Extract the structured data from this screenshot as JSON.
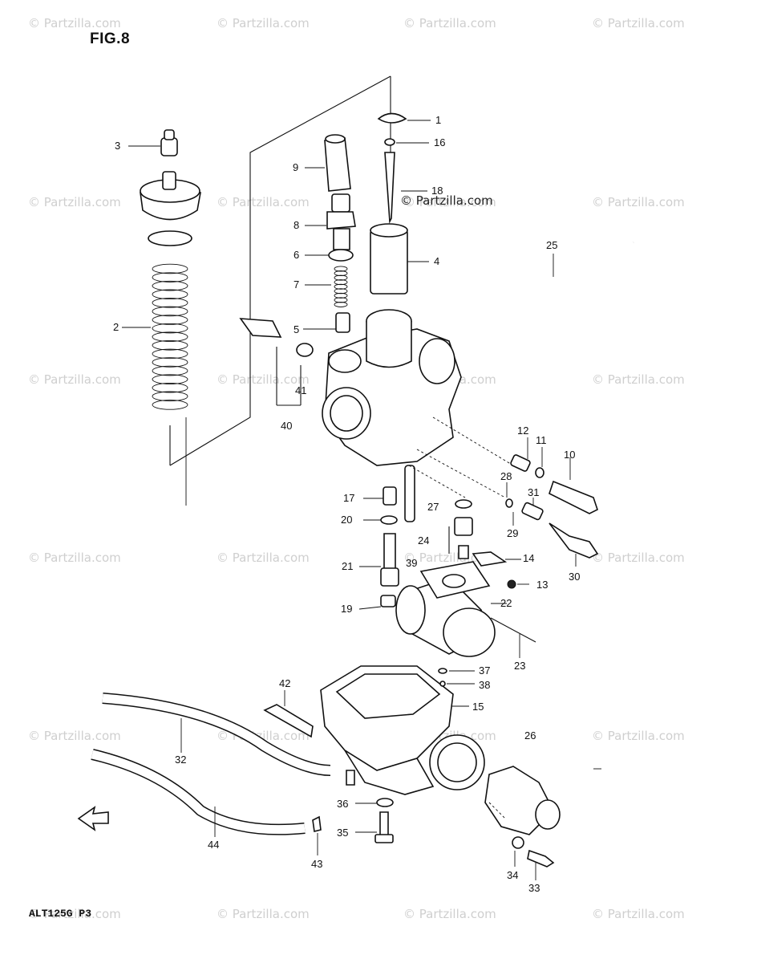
{
  "figure": {
    "title": "FIG.8",
    "code": "ALT125G  P3",
    "inline_watermark": "© Partzilla.com"
  },
  "watermark_text": "© Partzilla.com",
  "callouts": [
    {
      "id": "1",
      "text": "1"
    },
    {
      "id": "16",
      "text": "16"
    },
    {
      "id": "3",
      "text": "3"
    },
    {
      "id": "9",
      "text": "9"
    },
    {
      "id": "18",
      "text": "18"
    },
    {
      "id": "8",
      "text": "8"
    },
    {
      "id": "25",
      "text": "25"
    },
    {
      "id": "6",
      "text": "6"
    },
    {
      "id": "4",
      "text": "4"
    },
    {
      "id": "7",
      "text": "7"
    },
    {
      "id": "2",
      "text": "2"
    },
    {
      "id": "5",
      "text": "5"
    },
    {
      "id": "41",
      "text": "41"
    },
    {
      "id": "40",
      "text": "40"
    },
    {
      "id": "12",
      "text": "12"
    },
    {
      "id": "11",
      "text": "11"
    },
    {
      "id": "10",
      "text": "10"
    },
    {
      "id": "28",
      "text": "28"
    },
    {
      "id": "31",
      "text": "31"
    },
    {
      "id": "17",
      "text": "17"
    },
    {
      "id": "27",
      "text": "27"
    },
    {
      "id": "20",
      "text": "20"
    },
    {
      "id": "29",
      "text": "29"
    },
    {
      "id": "24",
      "text": "24"
    },
    {
      "id": "14",
      "text": "14"
    },
    {
      "id": "30",
      "text": "30"
    },
    {
      "id": "21",
      "text": "21"
    },
    {
      "id": "39",
      "text": "39"
    },
    {
      "id": "13",
      "text": "13"
    },
    {
      "id": "22",
      "text": "22"
    },
    {
      "id": "19",
      "text": "19"
    },
    {
      "id": "23",
      "text": "23"
    },
    {
      "id": "37",
      "text": "37"
    },
    {
      "id": "38",
      "text": "38"
    },
    {
      "id": "42",
      "text": "42"
    },
    {
      "id": "15",
      "text": "15"
    },
    {
      "id": "26",
      "text": "26"
    },
    {
      "id": "32",
      "text": "32"
    },
    {
      "id": "36",
      "text": "36"
    },
    {
      "id": "35",
      "text": "35"
    },
    {
      "id": "44",
      "text": "44"
    },
    {
      "id": "43",
      "text": "43"
    },
    {
      "id": "34",
      "text": "34"
    },
    {
      "id": "33",
      "text": "33"
    }
  ],
  "front_arrow_icon": "front-direction-arrow-icon"
}
